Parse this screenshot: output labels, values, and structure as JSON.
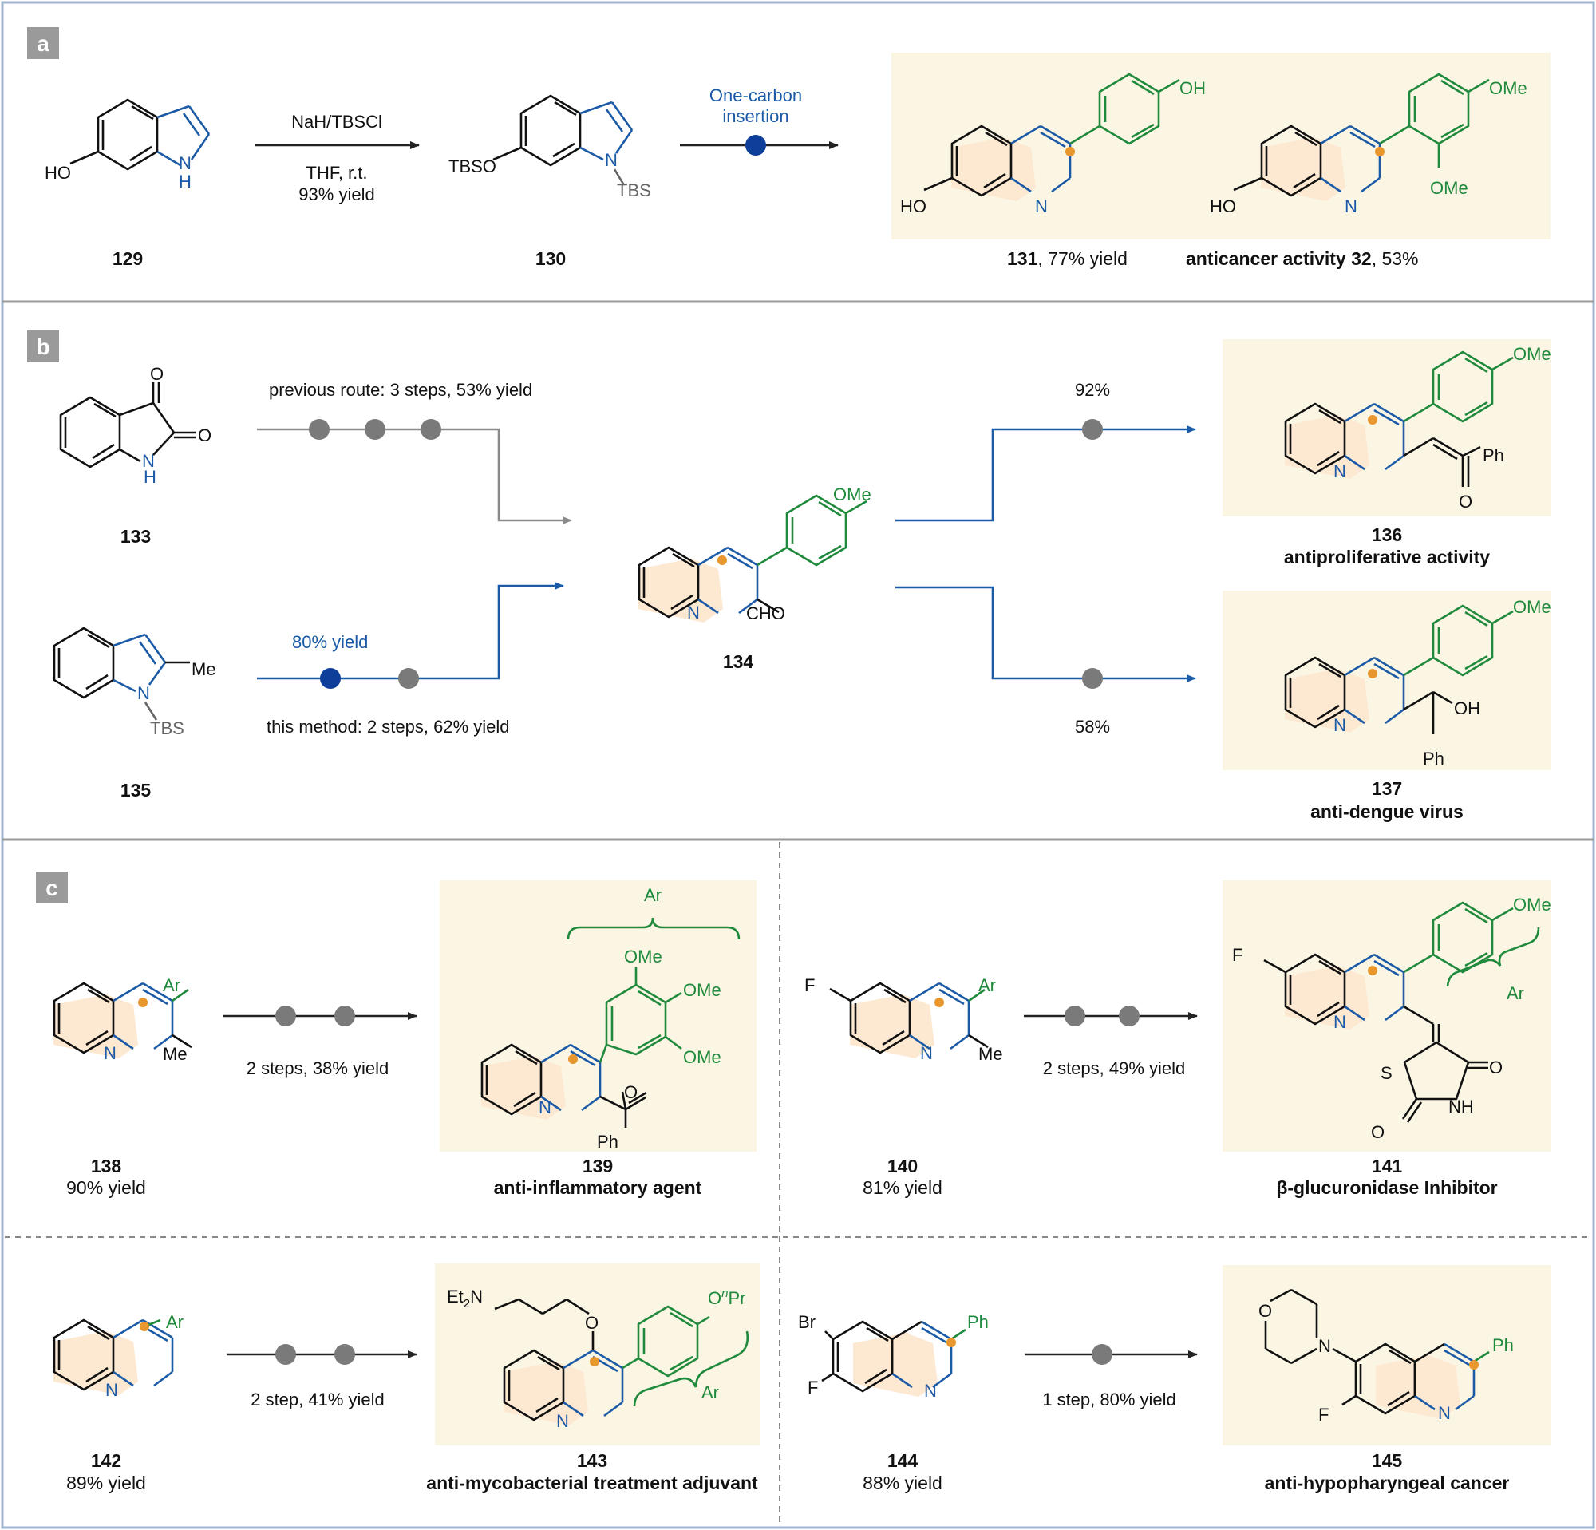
{
  "panel_a": {
    "tag": "a",
    "reagent1": "NaH/TBSCl",
    "cond1": "THF, r.t.",
    "yield1": "93% yield",
    "insertion_line1": "One-carbon",
    "insertion_line2": "insertion",
    "c129": "129",
    "c130": "130",
    "c131_num": "131",
    "c131_rest": ", 77% yield",
    "c32_bold": "anticancer activity 32",
    "c32_rest": ", 53%",
    "atoms": {
      "HO": "HO",
      "H": "H",
      "TBSO": "TBSO",
      "N": "N",
      "TBS": "TBS",
      "OH": "OH",
      "OMe": "OMe"
    }
  },
  "panel_b": {
    "tag": "b",
    "previous_route": "previous route: 3 steps, 53% yield",
    "this_method": "this method: 2 steps, 62% yield",
    "yield80": "80% yield",
    "p92": "92%",
    "p58": "58%",
    "c133": "133",
    "c134": "134",
    "c135": "135",
    "c136": "136",
    "c136_activity": "antiproliferative activity",
    "c137": "137",
    "c137_activity": "anti-dengue virus",
    "atoms": {
      "O": "O",
      "NH_H": "H",
      "N": "N",
      "Me": "Me",
      "TBS": "TBS",
      "CHO": "CHO",
      "OMe": "OMe",
      "Ph": "Ph",
      "OH": "OH"
    }
  },
  "panel_c": {
    "tag": "c",
    "r1_left_cond": "2 steps, 38% yield",
    "r1_right_cond": "2 steps, 49% yield",
    "r2_left_cond": "2 step, 41% yield",
    "r2_right_cond": "1 step, 80% yield",
    "c138": "138",
    "y138": "90% yield",
    "c139": "139",
    "a139": "anti-inflammatory agent",
    "c140": "140",
    "y140": "81% yield",
    "c141": "141",
    "a141": "β-glucuronidase Inhibitor",
    "c142": "142",
    "y142": "89% yield",
    "c143": "143",
    "a143": "anti-mycobacterial treatment adjuvant",
    "c144": "144",
    "y144": "88% yield",
    "c145": "145",
    "a145": "anti-hypopharyngeal cancer",
    "atoms": {
      "Ar": "Ar",
      "Me": "Me",
      "N": "N",
      "OMe": "OMe",
      "O": "O",
      "Ph": "Ph",
      "F": "F",
      "S": "S",
      "NH": "NH",
      "Et2N": "Et2N",
      "OnPr": "OnPr",
      "Br": "Br"
    }
  },
  "colors": {
    "blue": "#1b5aa6",
    "green": "#1f8a3c",
    "orange": "#e8962e",
    "highlight": "#fbf5e4",
    "grey_dot": "#7a7a7a",
    "tag_bg": "#9a9a9a",
    "frame": "#9fb4d0"
  }
}
